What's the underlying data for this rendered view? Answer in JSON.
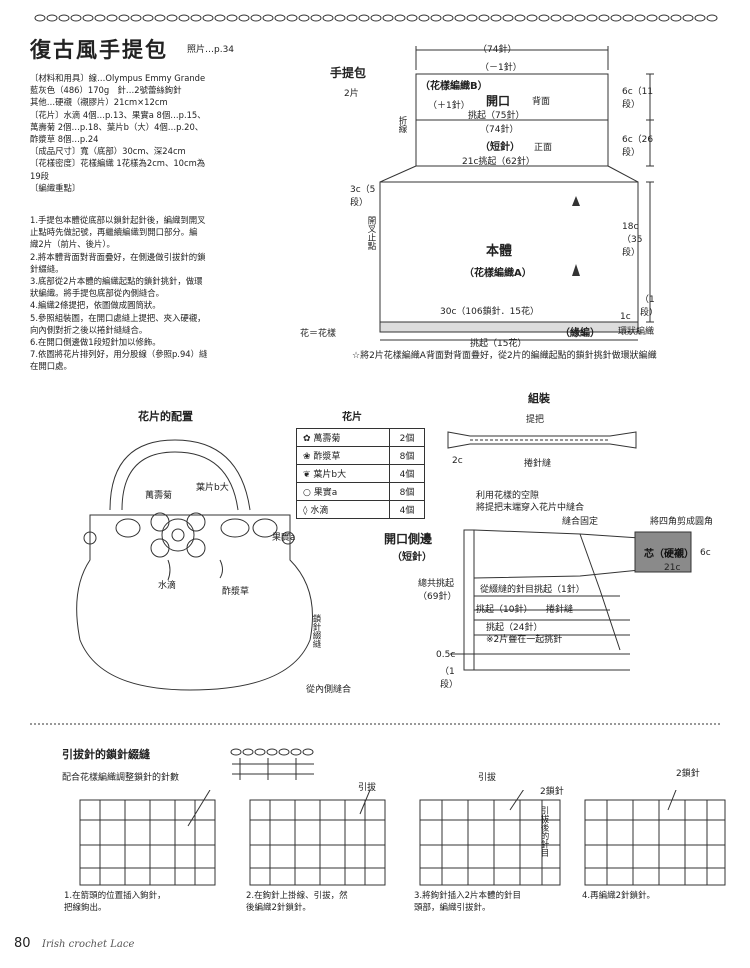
{
  "page": {
    "title": "復古風手提包",
    "title_ref": "照片…p.34",
    "page_number": "80",
    "footer_text": "Irish crochet Lace"
  },
  "materials": [
    "〔材料和用具〕線…Olympus Emmy Grande",
    "藍灰色（486）170g　針…2號蕾絲鉤針",
    "其他…硬襯（襯膠片）21cm×12cm",
    "〔花片〕水滴 4個…p.13、果實a 8個…p.15、",
    "萬壽菊 2個…p.18、葉片b（大）4個…p.20、",
    "酢漿草 8個…p.24",
    "〔成品尺寸〕寬（底部）30cm、深24cm",
    "〔花樣密度〕花樣編織 1花樣為2cm、10cm為",
    "19段",
    "〔編織重點〕"
  ],
  "steps": [
    "1.手提包本體從底部以鎖針起針後，編織到開叉",
    "止點時先做記號，再繼續編織到開口部分。編",
    "織2片（前片、後片）。",
    "2.將本體背面對背面疊好，在側邊做引拔針的鎖",
    "針綴縫。",
    "3.底部從2片本體的編織起點的鎖針挑針，做環",
    "狀編織。將手提包底部從內側縫合。",
    "4.編織2條提把，依圖做成圓筒狀。",
    "5.參照組裝圖，在開口處縫上提把、夾入硬襯，",
    "向內側對折之後以捲針縫縫合。",
    "6.在開口側邊做1段短針加以修飾。",
    "7.依圖將花片排列好，用分股線（參照p.94）縫",
    "在開口處。"
  ],
  "bag_diagram": {
    "heading": "手提包",
    "count": "2片",
    "top_74": "（74針）",
    "top_minus1": "（－1針）",
    "pattern_b": "（花樣編織B）",
    "plus1": "（＋1針）",
    "opening": "開口",
    "back": "背面",
    "pickup_75": "挑起（75針）",
    "fold": "折線",
    "mid_74": "（74針）",
    "short_stitch": "（短針）",
    "front": "正面",
    "pickup_62": "21c挑起（62針）",
    "side_5": "3c（5段）",
    "split_stop": "開叉止點",
    "body": "本體",
    "pattern_a": "（花樣編織A）",
    "bottom_30": "30c（106鎖針．15花）",
    "pickup_15": "挑起（15花）",
    "ring_label": "（緣編）",
    "ring_text": "環狀編織",
    "flower_eq": "花＝花樣",
    "right_6c_11": "6c（11段）",
    "right_6c_26": "6c（26段）",
    "right_18c_35": "18c（35段）",
    "right_1": "（1段）",
    "right_1c": "1c",
    "note": "☆將2片花樣編織A背面對背面疊好，從2片的編織起點的鎖針挑針做環狀編織"
  },
  "layout_diagram": {
    "heading": "花片的配置",
    "marigold": "萬壽菊",
    "leaf_b": "葉片b大",
    "fruit_a": "果實a",
    "water_drop": "水滴",
    "oxalis": "酢漿草",
    "chain_seam": "鎖針綴縫",
    "inside_seam": "從內側縫合"
  },
  "flower_table": {
    "heading": "花片",
    "rows": [
      {
        "name": "萬壽菊",
        "count": "2個"
      },
      {
        "name": "酢漿草",
        "count": "8個"
      },
      {
        "name": "葉片b大",
        "count": "4個"
      },
      {
        "name": "果實a",
        "count": "8個"
      },
      {
        "name": "水滴",
        "count": "4個"
      }
    ]
  },
  "assembly": {
    "heading": "組裝",
    "handle": "提把",
    "two_c": "2c",
    "whip": "捲針縫",
    "use_gap": "利用花樣的空隙",
    "insert_end": "將提把末端穿入花片中縫合",
    "fix_seam": "縫合固定",
    "cut_corner": "將四角剪成圓角",
    "core": "芯（硬襯）",
    "core_6c": "6c",
    "core_21c": "21c",
    "opening_side": "開口側邊",
    "short_stitch": "（短針）",
    "total_pickup": "總共挑起（69針）",
    "pick_1": "從綴縫的針目挑起（1針）",
    "pick_10": "挑起（10針）",
    "whip2": "捲針縫",
    "pick_24": "挑起（24針）",
    "note_two": "※2片疊在一起挑針",
    "half_c": "0.5c",
    "one_row": "（1段）"
  },
  "bottom_section": {
    "heading": "引拔針的鎖針綴縫",
    "sub": "配合花樣編織調整鎖針的針數",
    "pull": "引拔",
    "two_chain": "2鎖針",
    "pull2": "引拔",
    "pull_rear": "引拔後的針目",
    "cap1": [
      "1.在箭頭的位置插入鉤針，",
      "把線鉤出。"
    ],
    "cap2": [
      "2.在鉤針上掛線、引拔，然",
      "後編織2針鎖針。"
    ],
    "cap3": [
      "3.將鉤針插入2片本體的針目",
      "頭部，編織引拔針。"
    ],
    "cap4": [
      "4.再編織2針鎖針。"
    ]
  }
}
